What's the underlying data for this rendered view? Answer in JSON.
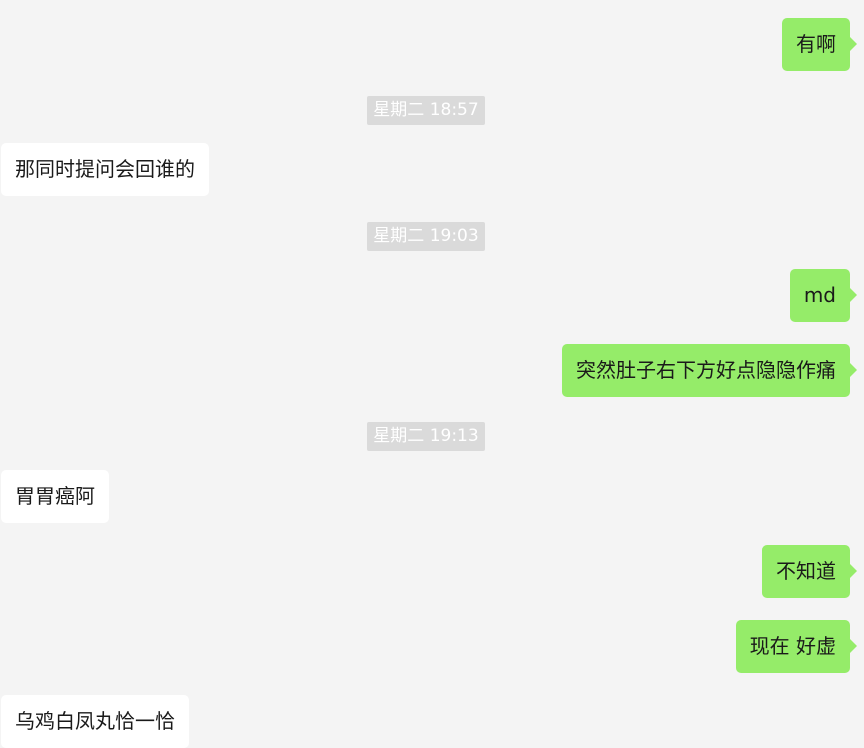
{
  "messages": [
    {
      "type": "sent",
      "text": "有啊"
    },
    {
      "type": "timestamp",
      "text": "星期二 18:57"
    },
    {
      "type": "received",
      "text": "那同时提问会回谁的"
    },
    {
      "type": "timestamp",
      "text": "星期二 19:03"
    },
    {
      "type": "sent",
      "text": "md"
    },
    {
      "type": "sent",
      "text": "突然肚子右下方好点隐隐作痛"
    },
    {
      "type": "timestamp",
      "text": "星期二 19:13"
    },
    {
      "type": "received",
      "text": "胃胃癌阿"
    },
    {
      "type": "sent",
      "text": "不知道"
    },
    {
      "type": "sent",
      "text": "现在 好虚"
    },
    {
      "type": "received",
      "text": "乌鸡白凤丸恰一恰"
    }
  ],
  "colors": {
    "background": "#f4f4f4",
    "sent_bubble": "#95ec69",
    "received_bubble": "#ffffff",
    "timestamp_bg": "#dadada",
    "timestamp_text": "#ffffff"
  }
}
